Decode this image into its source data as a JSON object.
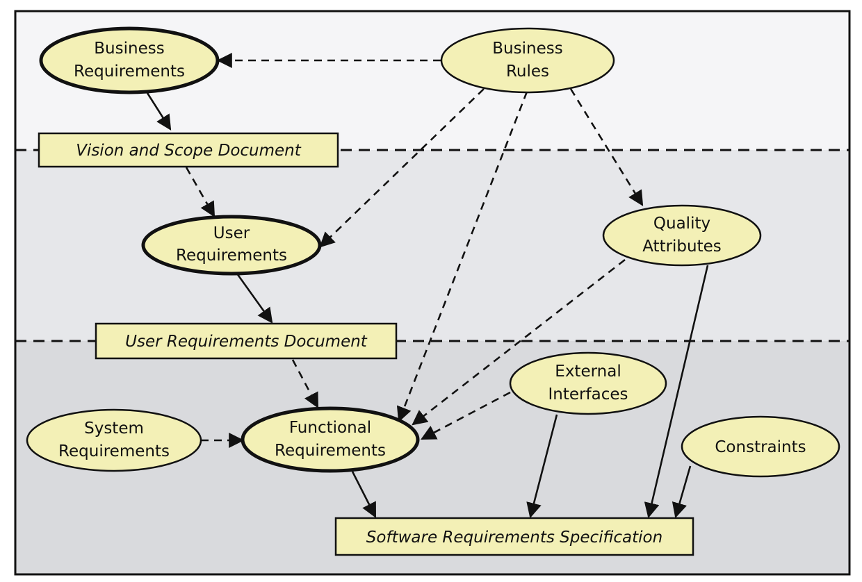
{
  "nodes": {
    "business_requirements": [
      "Business",
      "Requirements"
    ],
    "business_rules": [
      "Business",
      "Rules"
    ],
    "user_requirements": [
      "User",
      "Requirements"
    ],
    "quality_attributes": [
      "Quality",
      "Attributes"
    ],
    "external_interfaces": [
      "External",
      "Interfaces"
    ],
    "system_requirements": [
      "System",
      "Requirements"
    ],
    "functional_requirements": [
      "Functional",
      "Requirements"
    ],
    "constraints": [
      "Constraints"
    ]
  },
  "documents": {
    "vision_scope": "Vision and Scope Document",
    "user_requirements_doc": "User Requirements Document",
    "srs": "Software Requirements Specification"
  },
  "colors": {
    "node_fill": "#f3f0b6",
    "band_top": "#f5f5f7",
    "band_middle": "#e6e7ea",
    "band_bottom": "#d9dadd",
    "outline": "#111111"
  }
}
